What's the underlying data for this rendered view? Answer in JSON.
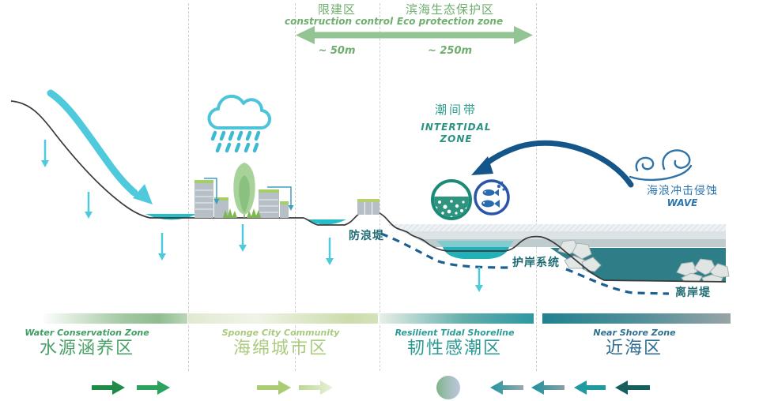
{
  "header": {
    "restricted_zone": {
      "title_zh": "限建区",
      "title_en": "construction control",
      "distance": "~ 50m"
    },
    "eco_zone": {
      "title_zh": "滨海生态保护区",
      "title_en": "Eco protection zone",
      "distance": "~ 250m"
    }
  },
  "annotations": {
    "intertidal_zh": "潮间带",
    "intertidal_en_line1": "INTERTIDAL",
    "intertidal_en_line2": "ZONE",
    "wave_zh": "海浪冲击侵蚀",
    "wave_en": "WAVE",
    "breakwater": "防浪堤",
    "revetment_system": "护岸系统",
    "offshore_dike": "离岸堤"
  },
  "zones": [
    {
      "name_en": "Water Conservation Zone",
      "name_zh": "水源涵养区",
      "color": "#4aa066"
    },
    {
      "name_en": "Sponge City Community",
      "name_zh": "海绵城市区",
      "color": "#a9cb7d"
    },
    {
      "name_en": "Resilient Tidal Shoreline",
      "name_zh": "韧性感潮区",
      "color": "#2d9a95"
    },
    {
      "name_en": "Near Shore Zone",
      "name_zh": "近海区",
      "color": "#2e6e90"
    }
  ],
  "colors": {
    "header_green": "#6fae6f",
    "arrow_green": "#93c493",
    "cyan": "#4fc9dc",
    "pond_teal": "#27bec5",
    "sea_teal": "#2d7e86",
    "dark_blue": "#15568a",
    "label_teal": "#1f6b74",
    "wave_blue": "#2e75ad"
  },
  "icons": [
    "rain-cloud-icon",
    "tree-icon",
    "green-roof-buildings-icon",
    "seawall-icon",
    "sediment-circle-icon",
    "fish-circle-icon",
    "wave-icon",
    "wave-impact-arrow",
    "runoff-slope-arrow",
    "infiltration-arrow",
    "gradient-sphere-icon",
    "legend-arrow-right",
    "legend-arrow-left",
    "breakwater-rocks-icon"
  ]
}
